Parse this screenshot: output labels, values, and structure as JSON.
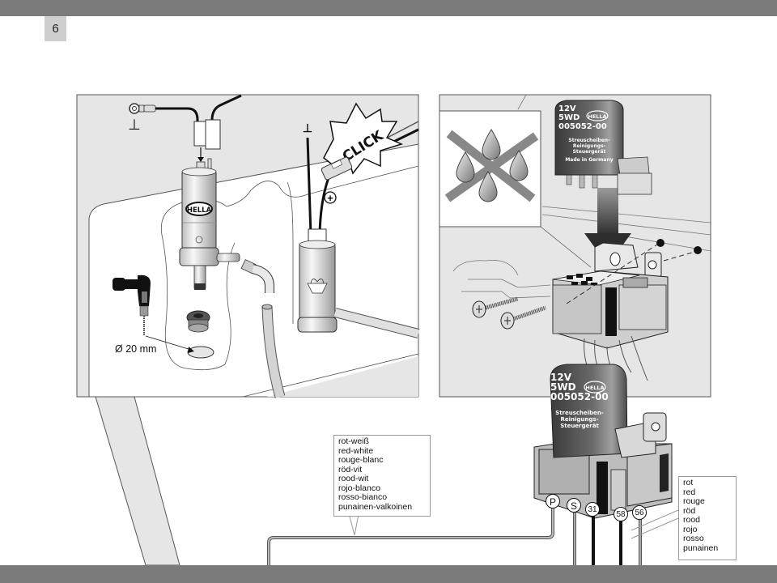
{
  "page": {
    "number": "6"
  },
  "left_panel": {
    "ground_symbol_1": "⊥",
    "ground_symbol_2": "⊥",
    "click_label": "CLICK",
    "plus_symbol": "+",
    "pump_brand": "HELLA",
    "drill_diameter": "Ø 20 mm"
  },
  "right_panel": {
    "relay_top": {
      "voltage": "12V",
      "model": "5WD",
      "part_number": "005052-00",
      "description_lines": [
        "Streuscheiben-",
        "Reinigungs-",
        "Steuergerät"
      ],
      "origin": "Made in Germany",
      "brand": "HELLA"
    }
  },
  "relay_bottom": {
    "voltage": "12V",
    "model": "5WD",
    "part_number": "005052-00",
    "description_lines": [
      "Streuscheiben-",
      "Reinigungs-",
      "Steuergerät"
    ],
    "brand": "HELLA",
    "terminals": [
      "P",
      "S",
      "31",
      "58",
      "56"
    ]
  },
  "callouts": {
    "red_white": [
      "rot-weiß",
      "red-white",
      "rouge-blanc",
      "röd-vit",
      "rood-wit",
      "rojo-blanco",
      "rosso-bianco",
      "punainen-valkoinen"
    ],
    "red": [
      "rot",
      "red",
      "rouge",
      "röd",
      "rood",
      "rojo",
      "rosso",
      "punainen"
    ]
  },
  "colors": {
    "bar": "#7a7a7a",
    "panel_bg": "#e6e6e6",
    "page_num_bg": "#cfcfcf"
  }
}
